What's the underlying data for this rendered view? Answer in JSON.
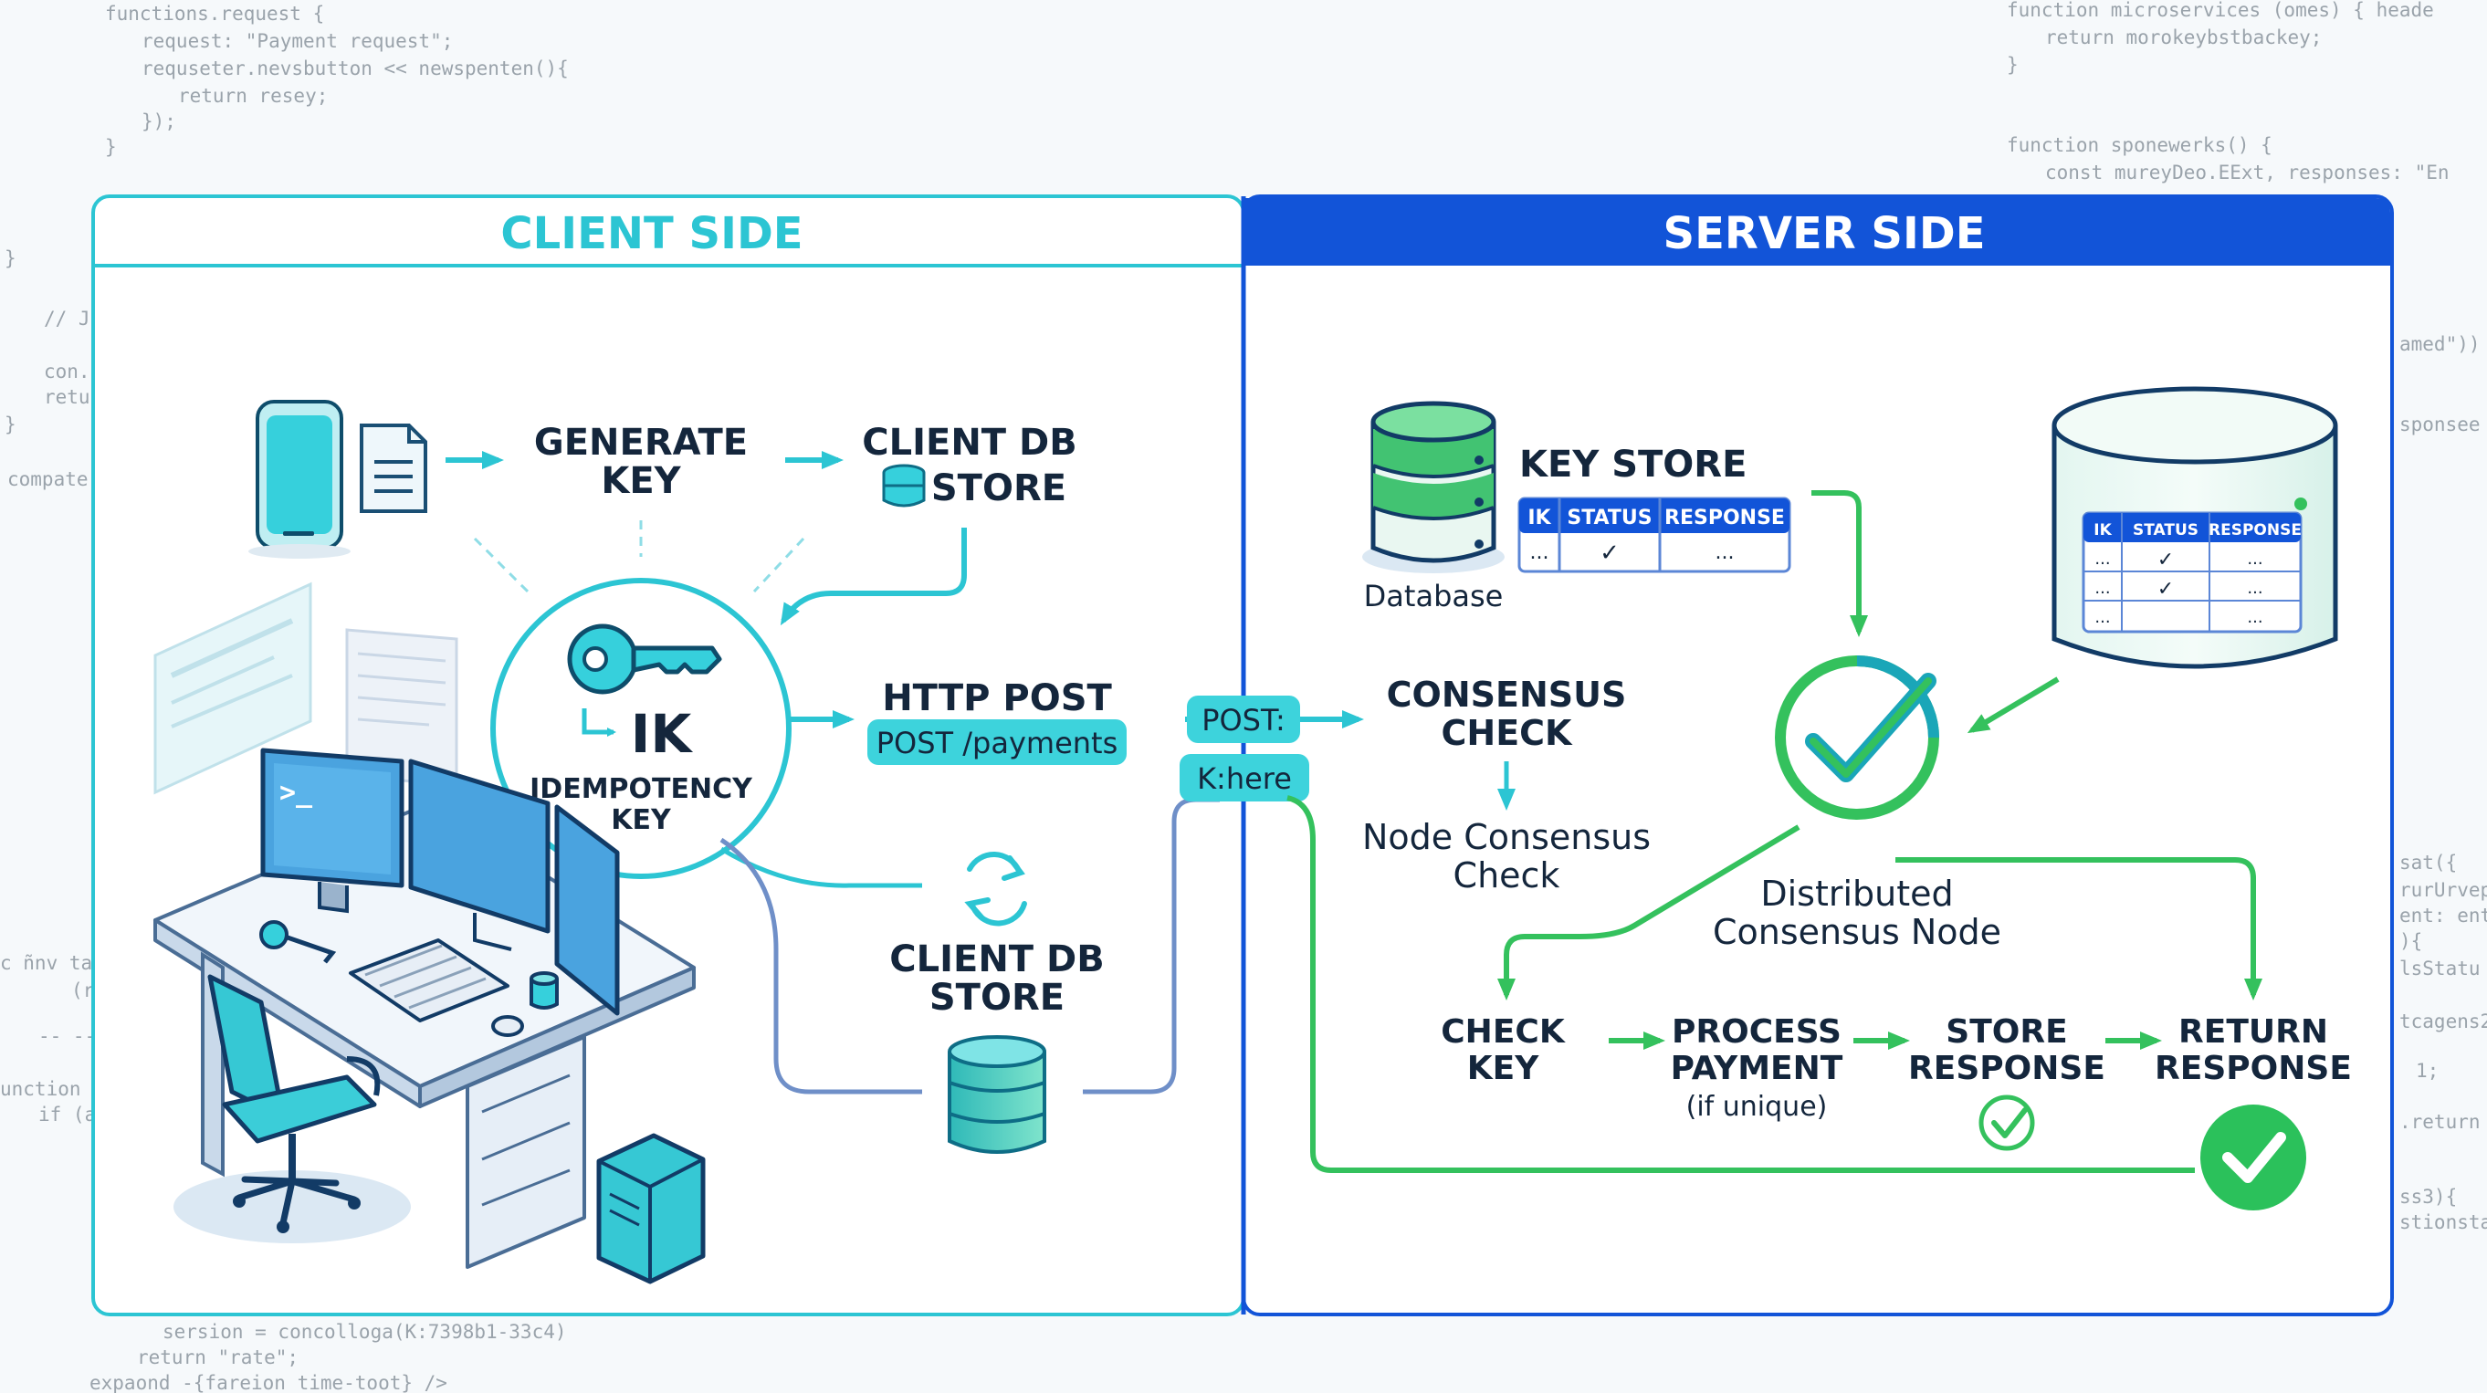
{
  "background_code": {
    "top_left": [
      "functions.request {",
      "request: \"Payment request\";",
      "requseter.nevsbutton << newspenten(){",
      "return resey;",
      "});",
      "}"
    ],
    "left_edge": [
      "}",
      "// J",
      "con.",
      "retu",
      "}",
      "compate",
      "c ñnv ta",
      "(r",
      "-- --",
      "unction",
      "if (a"
    ],
    "top_right": [
      "function  microservices (omes) { heade",
      "return morokeybstbackey;",
      "}",
      "function sponewerks() {",
      "const mureyDeo.EExt, responses: \"En"
    ],
    "right_edge": [
      "amed\"))",
      "sponsee",
      "sat({",
      "rurUrvep",
      "ent: ent",
      "){",
      "lsStatu",
      "tcagens2",
      "1;",
      ".return",
      "ss3){",
      "stionsta"
    ],
    "bottom": [
      "sersion = concolloga(K:7398b1-33c4)",
      "return \"rate\";",
      "expaond -{fareion time-toot} />"
    ]
  },
  "client": {
    "header": "CLIENT SIDE",
    "generate_key": [
      "GENERATE",
      "KEY"
    ],
    "client_db_store_top": [
      "CLIENT DB",
      "STORE"
    ],
    "ik_short": "IK",
    "ik_label": [
      "IDEMPOTENCY",
      "KEY"
    ],
    "http_post": "HTTP POST",
    "post_path": "POST /payments",
    "client_db_store_bottom": [
      "CLIENT DB",
      "STORE"
    ]
  },
  "connector": {
    "post_badge": "POST:",
    "key_badge": "K:here"
  },
  "server": {
    "header": "SERVER SIDE",
    "database_label": "Database",
    "key_store_title": "KEY STORE",
    "key_store_columns": [
      "IK",
      "STATUS",
      "RESPONSE"
    ],
    "key_store_row": [
      "...",
      "✓",
      "..."
    ],
    "big_db_columns": [
      "IK",
      "STATUS",
      "RESPONSE"
    ],
    "big_db_rows": [
      [
        "...",
        "✓",
        "..."
      ],
      [
        "...",
        "✓",
        "..."
      ],
      [
        "...",
        "",
        "..."
      ]
    ],
    "consensus_check": [
      "CONSENSUS",
      "CHECK"
    ],
    "node_consensus": [
      "Node Consensus",
      "Check"
    ],
    "distributed_node": [
      "Distributed",
      "Consensus Node"
    ],
    "check_key": [
      "CHECK",
      "KEY"
    ],
    "process_payment": [
      "PROCESS",
      "PAYMENT"
    ],
    "process_note": "(if unique)",
    "store_response": [
      "STORE",
      "RESPONSE"
    ],
    "return_response": [
      "RETURN",
      "RESPONSE"
    ]
  },
  "colors": {
    "client_accent": "#2cc5d3",
    "server_accent": "#1254d8",
    "flow_green": "#34c15d",
    "text_dark": "#14263c",
    "badge_fill": "#3dd3dc"
  }
}
